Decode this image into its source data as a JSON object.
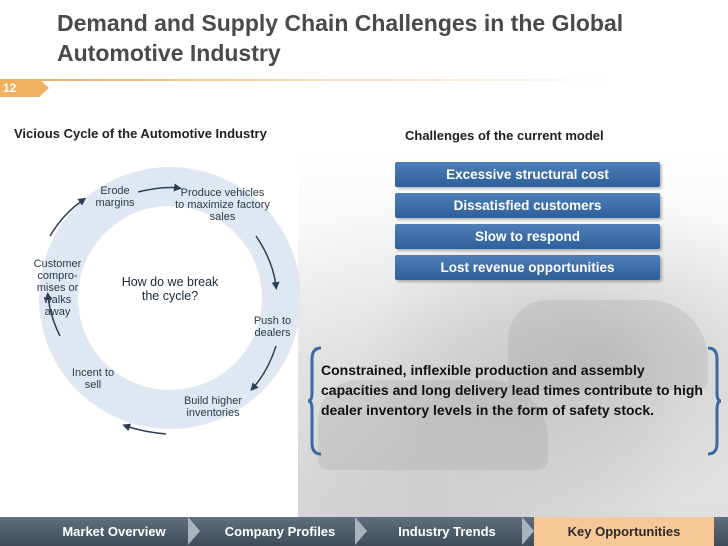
{
  "title": "Demand and Supply Chain Challenges in the Global Automotive Industry",
  "slide_number": "12",
  "left_section": {
    "heading": "Vicious Cycle of the Automotive Industry",
    "center_text": "How do we break the cycle?",
    "steps": [
      {
        "label": "Produce vehicles to maximize factory sales"
      },
      {
        "label": "Push to dealers"
      },
      {
        "label": "Build higher inventories"
      },
      {
        "label": "Incent to sell"
      },
      {
        "label": "Customer compro-mises or walks away"
      },
      {
        "label": "Erode margins"
      }
    ]
  },
  "right_section": {
    "heading": "Challenges of the current model",
    "challenges": [
      "Excessive structural cost",
      "Dissatisfied customers",
      "Slow to respond",
      "Lost revenue opportunities"
    ],
    "bracket_text": "Constrained, inflexible production and assembly capacities and long delivery lead times  contribute to high dealer inventory levels in the form of safety stock."
  },
  "nav": {
    "items": [
      "Market Overview",
      "Company Profiles",
      "Industry Trends",
      "Key Opportunities"
    ],
    "active_index": 3
  },
  "colors": {
    "accent_orange": "#f0b060",
    "challenge_blue": "#3a6aa5",
    "cycle_ring": "#e6edf5",
    "nav_active": "#f6c797"
  }
}
